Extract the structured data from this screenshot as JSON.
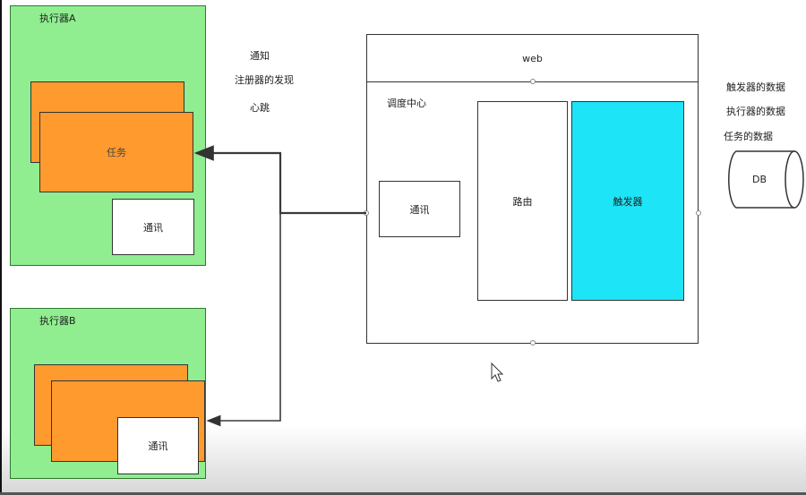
{
  "executor_a": {
    "title": "执行器A",
    "task_label": "任务",
    "comm_label": "通讯"
  },
  "executor_b": {
    "title": "执行器B",
    "comm_label": "通讯"
  },
  "notes": {
    "notify": "通知",
    "registry_discovery": "注册器的发现",
    "heartbeat": "心跳"
  },
  "web_header": "web",
  "scheduler": {
    "title": "调度中心",
    "comm_label": "通讯",
    "router_label": "路由",
    "trigger_label": "触发器"
  },
  "db_notes": {
    "trigger_data": "触发器的数据",
    "executor_data": "执行器的数据",
    "task_data": "任务的数据"
  },
  "db_label": "DB",
  "colors": {
    "executor_bg": "#90ee90",
    "task_bg": "#ff9a2e",
    "trigger_bg": "#1de4f6"
  }
}
